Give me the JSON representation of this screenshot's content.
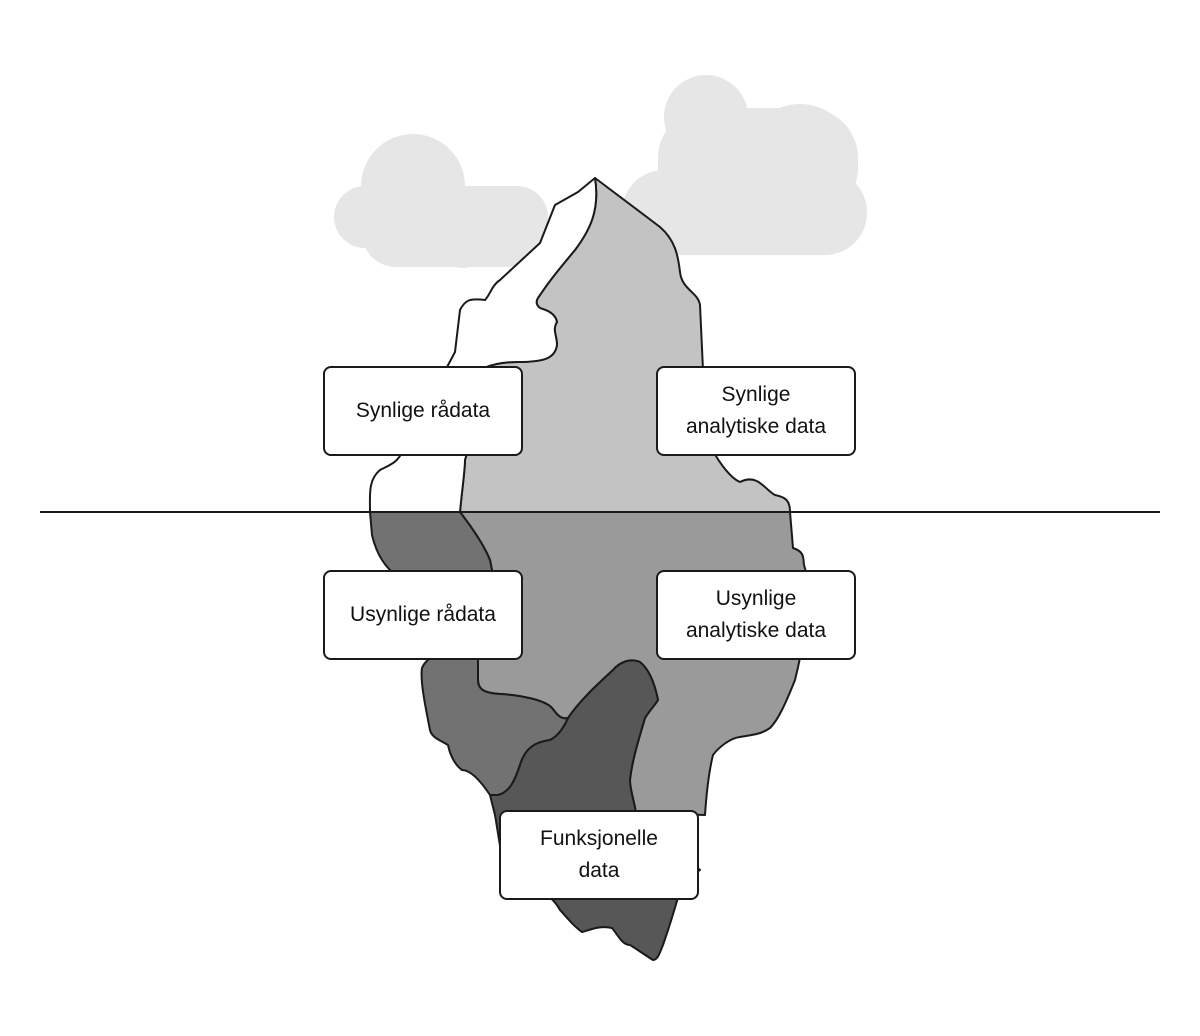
{
  "labels": {
    "visible_raw": [
      "Synlige rådata"
    ],
    "visible_analytic": [
      "Synlige",
      "analytiske data"
    ],
    "invisible_raw": [
      "Usynlige rådata"
    ],
    "invisible_analytic": [
      "Usynlige",
      "analytiske data"
    ],
    "functional": [
      "Funksjonelle",
      "data"
    ]
  },
  "colors": {
    "cloud": "#e6e6e6",
    "ice_white": "#ffffff",
    "ice_light_gray": "#c3c3c3",
    "underwater_mid_gray": "#9a9a9a",
    "underwater_dark_gray": "#727272",
    "underwater_darkest": "#575757",
    "outline": "#1a1a1a"
  }
}
